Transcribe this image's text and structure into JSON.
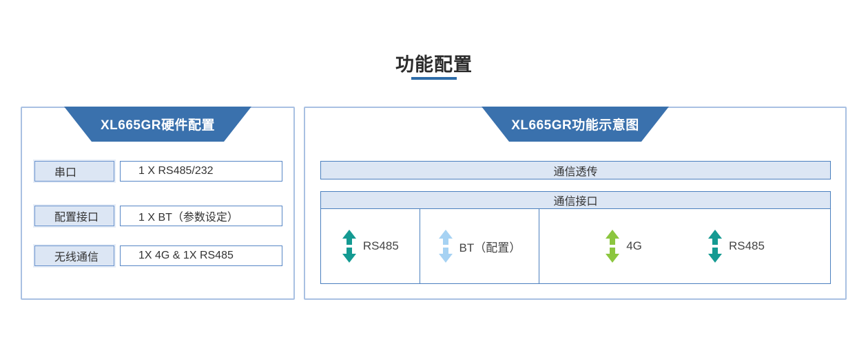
{
  "page": {
    "title": "功能配置"
  },
  "colors": {
    "header_blue": "#3a71ad",
    "box_border_blue": "#4a7fbe",
    "light_fill": "#dce6f4",
    "panel_border": "#a8c0e2",
    "underline": "#2e6ca8",
    "arrow_teal": "#149a92",
    "arrow_light_blue": "#a6d2f3",
    "arrow_green": "#8cc63f"
  },
  "left_panel": {
    "title": "XL665GR硬件配置",
    "rows": [
      {
        "label": "串口",
        "value": "1 X RS485/232"
      },
      {
        "label": "配置接口",
        "value": "1 X BT（参数设定）"
      },
      {
        "label": "无线通信",
        "value": "1X 4G & 1X RS485"
      }
    ]
  },
  "right_panel": {
    "title": "XL665GR功能示意图",
    "top_bar": "通信透传",
    "section_header": "通信接口",
    "interfaces": [
      {
        "label": "RS485",
        "color": "#149a92"
      },
      {
        "label": "BT（配置）",
        "color": "#a6d2f3"
      },
      {
        "label": "4G",
        "color": "#8cc63f"
      },
      {
        "label": "RS485",
        "color": "#149a92"
      }
    ]
  }
}
